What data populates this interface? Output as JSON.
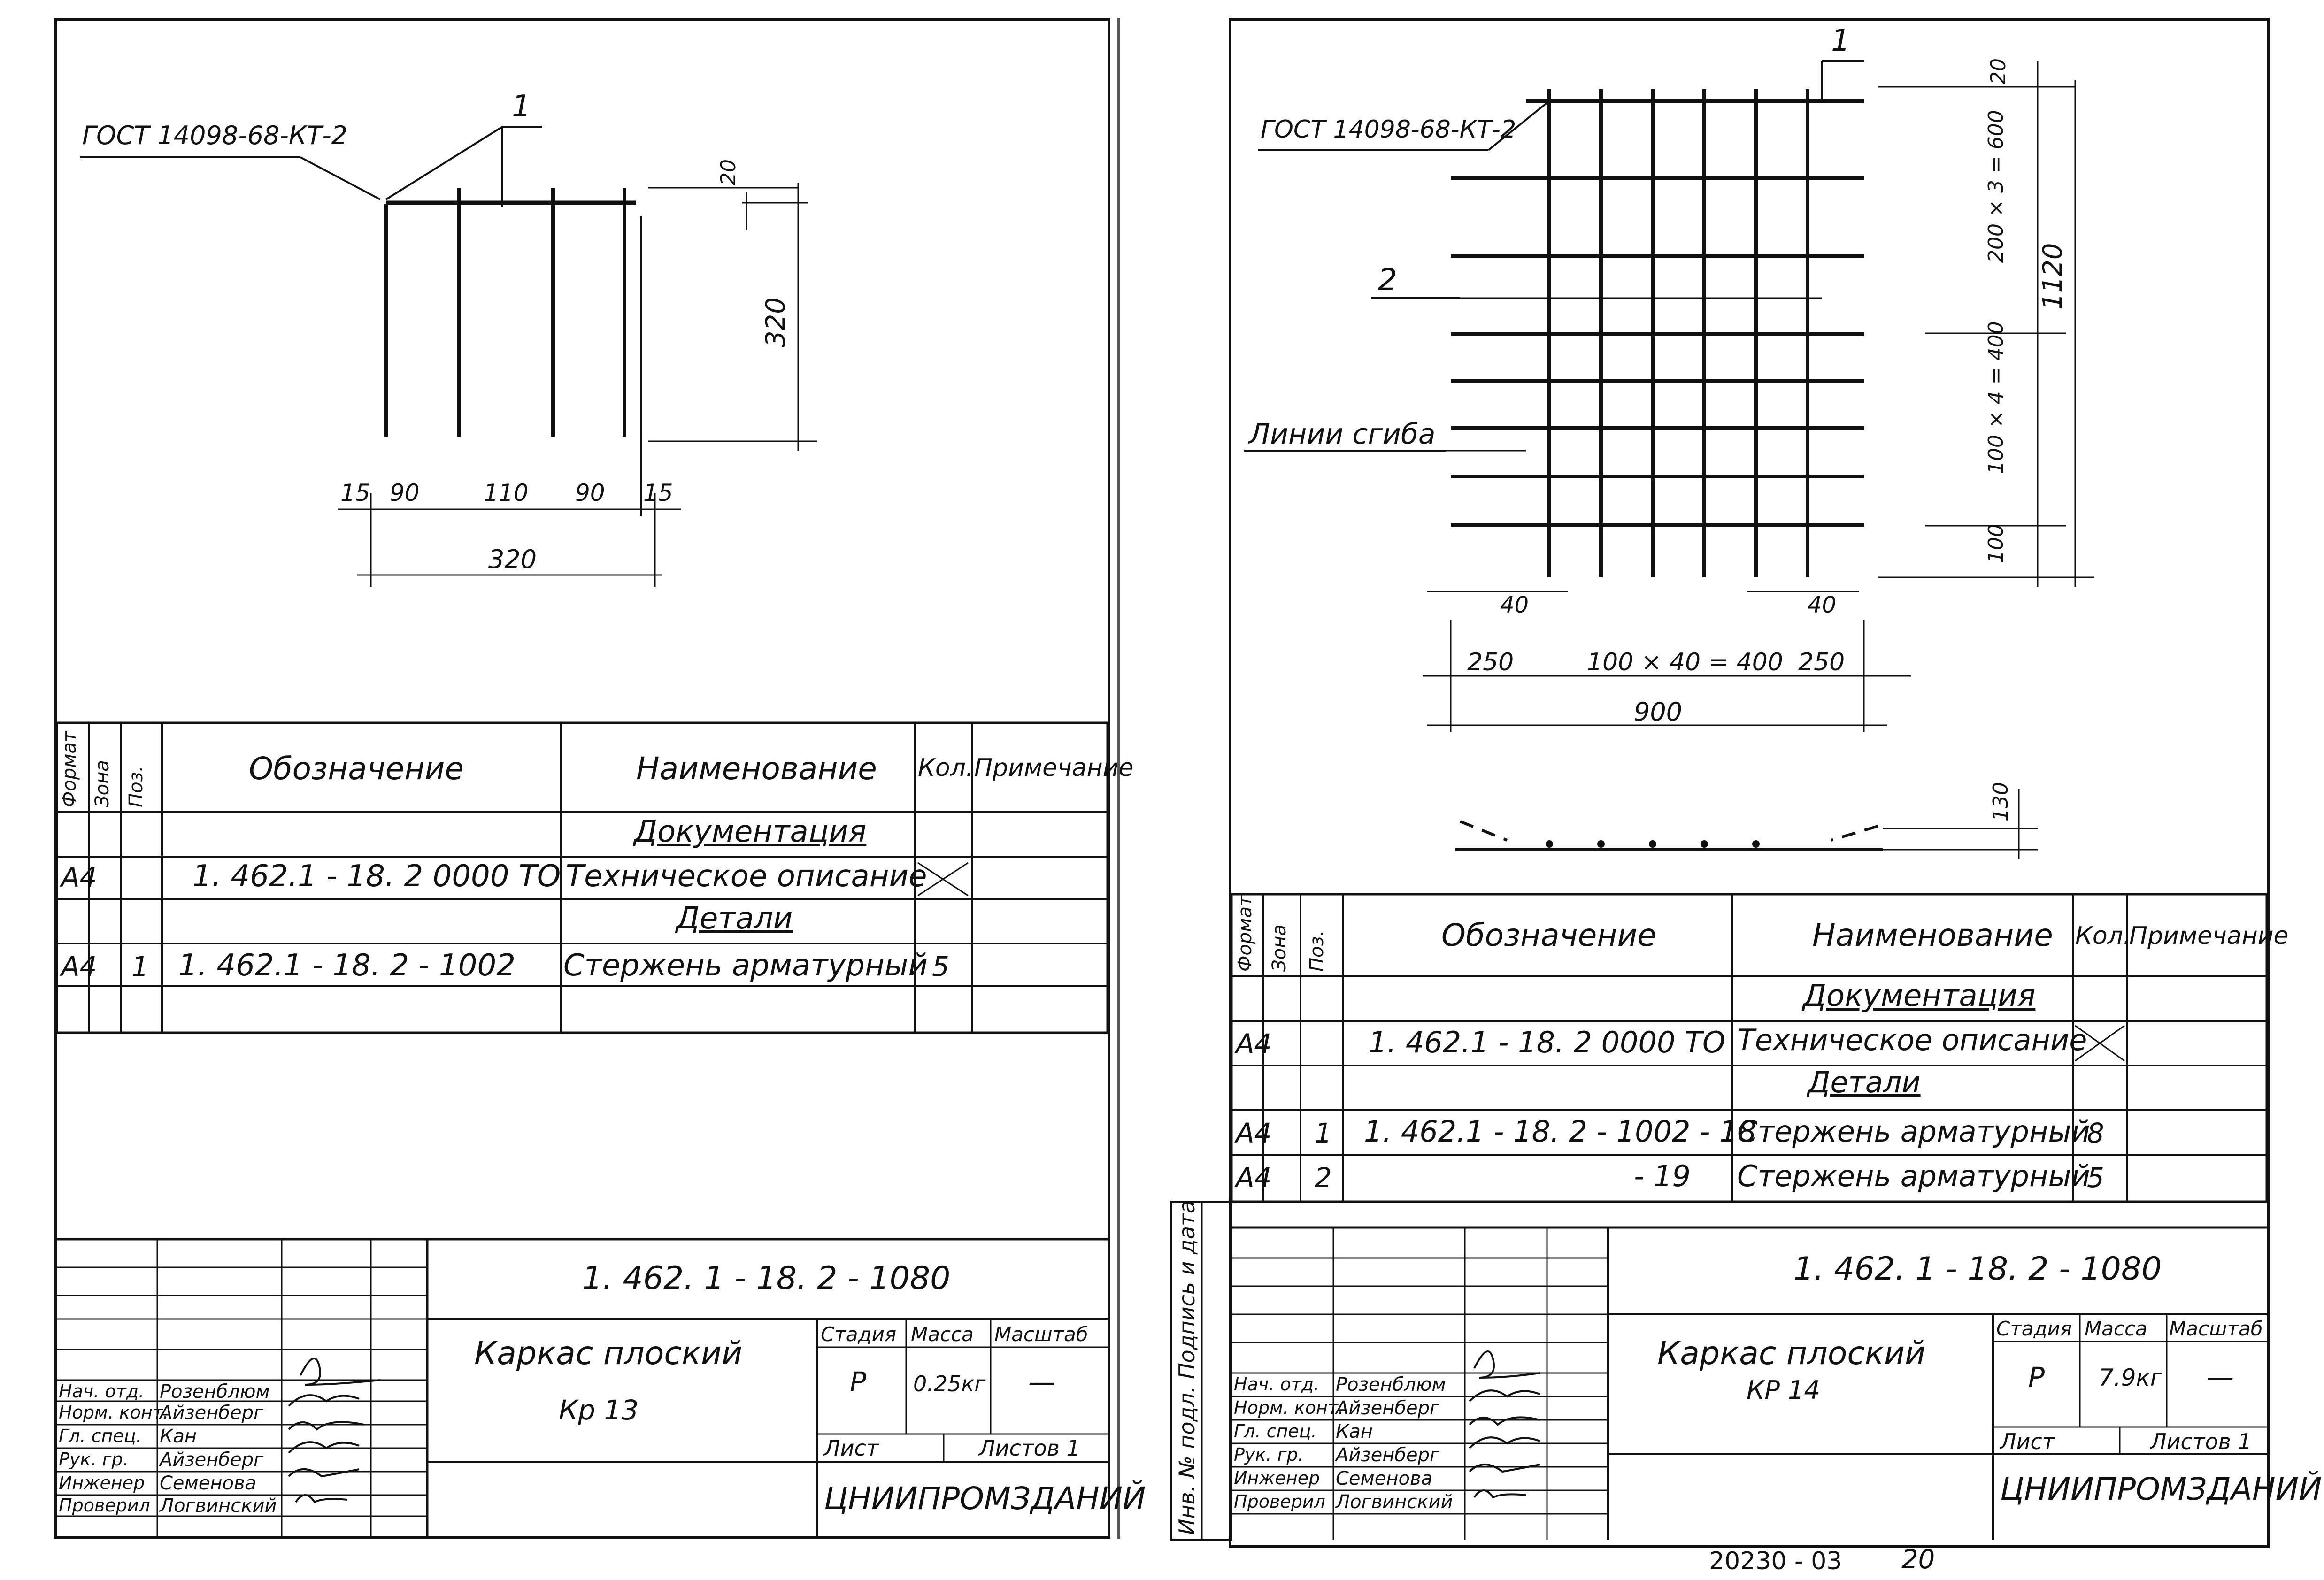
{
  "left": {
    "gost_label": "ГОСТ 14098-68-КТ-2",
    "pos_1": "1",
    "dims": {
      "top_offset": "20",
      "height": "320",
      "d1": "15",
      "d2": "90",
      "d3": "110",
      "d4": "90",
      "d5": "15",
      "width": "320"
    },
    "spec": {
      "headers": {
        "format": "Формат",
        "zone": "Зона",
        "pos": "Поз.",
        "designation": "Обозначение",
        "name": "Наименование",
        "qty": "Кол.",
        "note": "Примечание"
      },
      "section_docs": "Документация",
      "row1": {
        "format": "А4",
        "designation": "1. 462.1 - 18. 2  0000 ТО",
        "name": "Техническое  описание"
      },
      "section_parts": "Детали",
      "row2": {
        "format": "А4",
        "pos": "1",
        "designation": "1. 462.1 - 18. 2 - 1002",
        "name": "Стержень  арматурный",
        "qty": "5"
      }
    },
    "title_block": {
      "code": "1. 462. 1 - 18. 2 - 1080",
      "title_line1": "Каркас  плоский",
      "title_line2": "Кр  13",
      "stage_label": "Стадия",
      "mass_label": "Масса",
      "scale_label": "Масштаб",
      "stage": "Р",
      "mass": "0.25кг",
      "scale": "—",
      "sheet_label": "Лист",
      "sheets_label": "Листов  1",
      "org": "ЦНИИПРОМЗДАНИЙ",
      "roles": [
        "Нач. отд.",
        "Норм. конт.",
        "Гл. спец.",
        "Рук. гр.",
        "Инженер",
        "Проверил"
      ],
      "names": [
        "Розенблюм",
        "Айзенберг",
        "Кан",
        "Айзенберг",
        "Семенова",
        "Логвинский"
      ]
    }
  },
  "right": {
    "gost_label": "ГОСТ 14098-68-КТ-2",
    "pos_1": "1",
    "pos_2": "2",
    "bend_label": "Линии  сгиба",
    "dims": {
      "top": "20",
      "upper": "200 × 3 = 600",
      "total": "1120",
      "lower": "100 × 4 = 400",
      "bottom": "100",
      "l40": "40",
      "r40": "40",
      "l250": "250",
      "mid": "100 × 40 = 400",
      "r250": "250",
      "width": "900",
      "sag": "130"
    },
    "spec": {
      "headers": {
        "format": "Формат",
        "zone": "Зона",
        "pos": "Поз.",
        "designation": "Обозначение",
        "name": "Наименование",
        "qty": "Кол.",
        "note": "Примечание"
      },
      "section_docs": "Документация",
      "row1": {
        "format": "А4",
        "designation": "1. 462.1 - 18. 2   0000 ТО",
        "name": "Техническое  описание"
      },
      "section_parts": "Детали",
      "row2": {
        "format": "А4",
        "pos": "1",
        "designation": "1. 462.1 - 18. 2 - 1002 - 18",
        "name": "Стержень  арматурный",
        "qty": "8"
      },
      "row3": {
        "format": "А4",
        "pos": "2",
        "designation": "- 19",
        "name": "Стержень  арматурный",
        "qty": "5"
      }
    },
    "side_label": "Инв. № подл.   Подпись и дата",
    "title_block": {
      "code": "1. 462. 1 - 18. 2 - 1080",
      "title_line1": "Каркас  плоский",
      "title_line2": "КР 14",
      "stage_label": "Стадия",
      "mass_label": "Масса",
      "scale_label": "Масштаб",
      "stage": "Р",
      "mass": "7.9кг",
      "scale": "—",
      "sheet_label": "Лист",
      "sheets_label": "Листов  1",
      "org": "ЦНИИПРОМЗДАНИЙ",
      "roles": [
        "Нач. отд.",
        "Норм. конт.",
        "Гл. спец.",
        "Рук. гр.",
        "Инженер",
        "Проверил"
      ],
      "names": [
        "Розенблюм",
        "Айзенберг",
        "Кан",
        "Айзенберг",
        "Семенова",
        "Логвинский"
      ]
    }
  },
  "footer": {
    "doc_number": "20230 - 03",
    "page": "20"
  }
}
